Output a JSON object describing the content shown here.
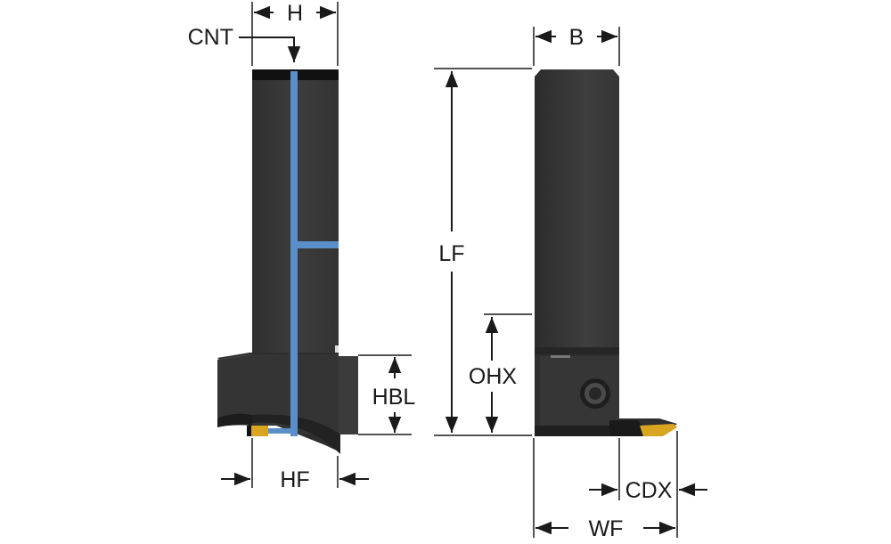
{
  "labels": {
    "H": "H",
    "CNT": "CNT",
    "HBL": "HBL",
    "HF": "HF",
    "B": "B",
    "LF": "LF",
    "OHX": "OHX",
    "CDX": "CDX",
    "WF": "WF"
  },
  "colors": {
    "tool_body": "#3a3a3a",
    "tool_body_light": "#4a4a4a",
    "coolant_channel": "#5b8fc9",
    "insert": "#d9a520",
    "dimension_lines": "#1a1a1a"
  },
  "icons": {
    "left_view": "toolholder-front-view",
    "right_view": "toolholder-side-view",
    "screw": "clamp-screw-icon"
  }
}
